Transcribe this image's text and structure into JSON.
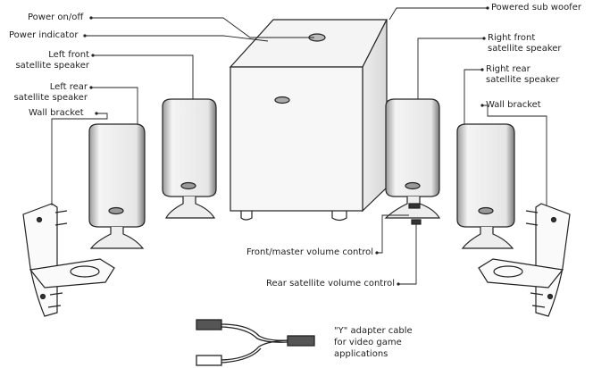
{
  "labels": {
    "power_onoff": "Power on/off",
    "power_indicator": "Power indicator",
    "left_front_1": "Left front",
    "left_front_2": "satellite speaker",
    "left_rear_1": "Left rear",
    "left_rear_2": "satellite speaker",
    "wall_bracket_left": "Wall bracket",
    "powered_sub_woofer": "Powered sub woofer",
    "right_front_1": "Right front",
    "right_front_2": "satellite speaker",
    "right_rear_1": "Right rear",
    "right_rear_2": "satellite speaker",
    "wall_bracket_right": "Wall bracket",
    "front_master_volume": "Front/master volume control",
    "rear_satellite_volume": "Rear satellite volume control",
    "y_cable_1": "\"Y\" adapter cable",
    "y_cable_2": "for video game",
    "y_cable_3": "applications"
  },
  "colors": {
    "line": "#222222",
    "speaker_face": "#f0f0f0",
    "speaker_shade": "#8a8a8a"
  }
}
